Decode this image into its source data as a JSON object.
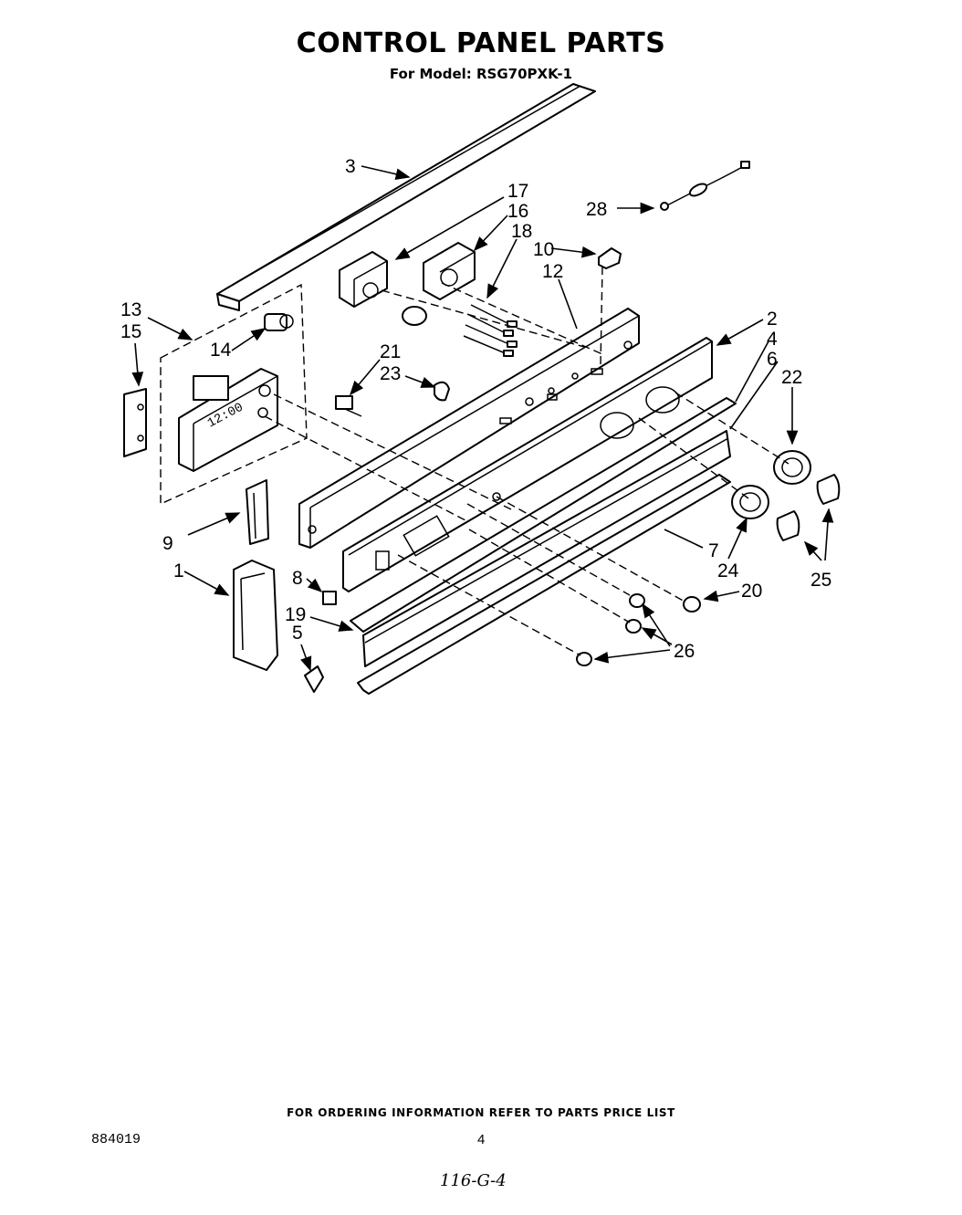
{
  "header": {
    "title": "CONTROL PANEL PARTS",
    "subtitle": "For Model: RSG70PXK-1"
  },
  "footer": {
    "note": "FOR ORDERING INFORMATION REFER TO PARTS PRICE LIST",
    "doc_number": "884019",
    "page": "4",
    "handwritten": "116-G-4"
  },
  "diagram": {
    "clock_display": "12:00",
    "callouts": [
      "1",
      "2",
      "3",
      "4",
      "5",
      "6",
      "7",
      "8",
      "9",
      "10",
      "12",
      "13",
      "14",
      "15",
      "16",
      "17",
      "18",
      "19",
      "20",
      "21",
      "22",
      "23",
      "24",
      "25",
      "26",
      "28"
    ]
  }
}
